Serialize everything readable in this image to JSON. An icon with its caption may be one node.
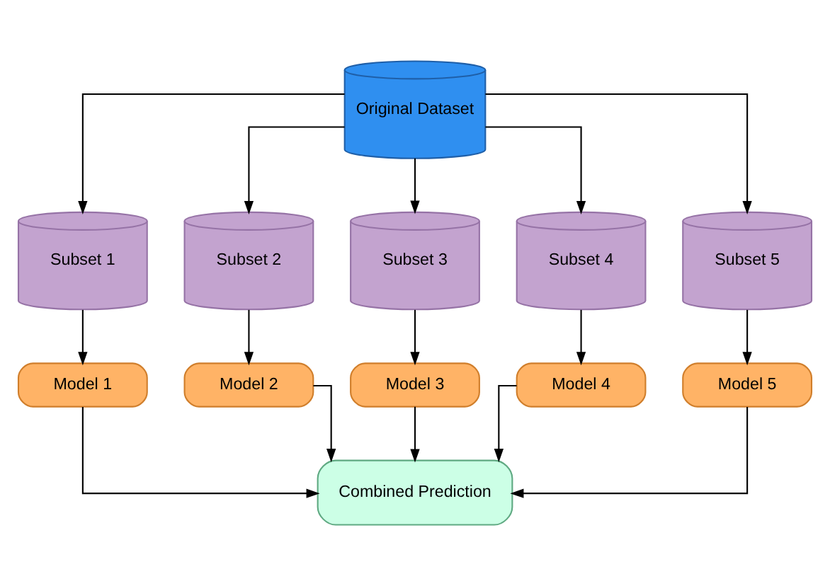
{
  "diagram": {
    "nodes": [
      {
        "text": [
          "Original Dataset"
        ]
      },
      {
        "text": [
          "Subset 1"
        ]
      },
      {
        "text": [
          "Subset 2"
        ]
      },
      {
        "text": [
          "Subset 3"
        ]
      },
      {
        "text": [
          "Subset 4"
        ]
      },
      {
        "text": [
          "Subset 5"
        ]
      },
      {
        "text": [
          "Model 1"
        ]
      },
      {
        "text": [
          "Model 2"
        ]
      },
      {
        "text": [
          "Model 3"
        ]
      },
      {
        "text": [
          "Model 4"
        ]
      },
      {
        "text": [
          "Model 5"
        ]
      },
      {
        "text": [
          "Combined Prediction"
        ]
      }
    ],
    "edges": [
      {
        "from": 0,
        "to": 1,
        "arrow": "to"
      },
      {
        "from": 0,
        "to": 2,
        "arrow": "to"
      },
      {
        "from": 0,
        "to": 3,
        "arrow": "to"
      },
      {
        "from": 0,
        "to": 4,
        "arrow": "to"
      },
      {
        "from": 0,
        "to": 5,
        "arrow": "to"
      },
      {
        "from": 1,
        "to": 6,
        "arrow": "to"
      },
      {
        "from": 2,
        "to": 7,
        "arrow": "to"
      },
      {
        "from": 3,
        "to": 8,
        "arrow": "to"
      },
      {
        "from": 4,
        "to": 9,
        "arrow": "to"
      },
      {
        "from": 5,
        "to": 10,
        "arrow": "to"
      },
      {
        "from": 6,
        "to": 11,
        "arrow": "to"
      },
      {
        "from": 7,
        "to": 11,
        "arrow": "to"
      },
      {
        "from": 8,
        "to": 11,
        "arrow": "to"
      },
      {
        "from": 9,
        "to": 11,
        "arrow": "to"
      },
      {
        "from": 10,
        "to": 11,
        "arrow": "to"
      }
    ]
  }
}
